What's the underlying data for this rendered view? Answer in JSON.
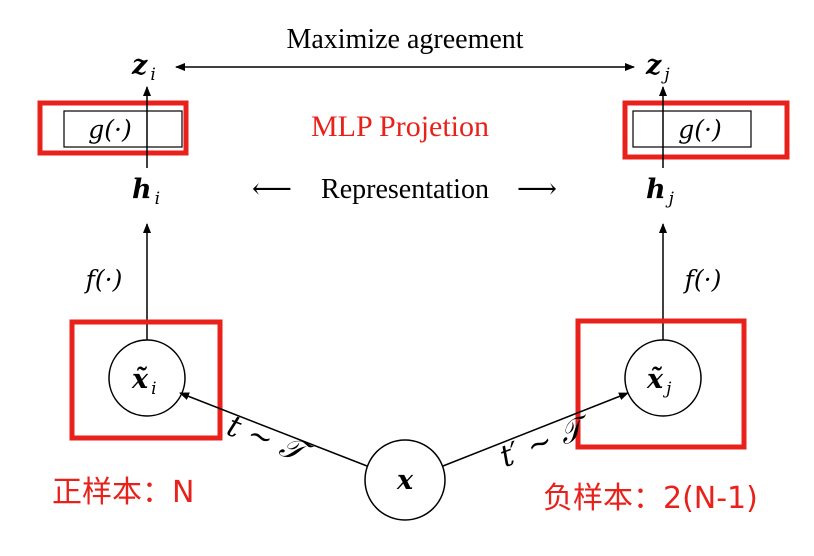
{
  "labels": {
    "maximize_agreement": "Maximize agreement",
    "mlp_projection": "MLP Projetion",
    "representation_left_arrow": "⟵",
    "representation": "Representation",
    "representation_right_arrow": "⟶",
    "positive_samples": "正样本：N",
    "negative_samples": "负样本：2(N-1)"
  },
  "symbols": {
    "z_base": "z",
    "z_i_sub": "i",
    "z_j_sub": "j",
    "h_base": "h",
    "h_i_sub": "i",
    "h_j_sub": "j",
    "g_left": "g(·)",
    "g_right": "g(·)",
    "f_left": "f(·)",
    "f_right": "f(·)",
    "x_tilde_base": "x̃",
    "x_tilde_i_sub": "i",
    "x_tilde_j_sub": "j",
    "x_center": "x",
    "t_left": "t ∼ 𝒯",
    "t_right": "t′ ∼ 𝒯"
  },
  "colors": {
    "highlight_red": "#e8211b",
    "ink": "#000000"
  }
}
